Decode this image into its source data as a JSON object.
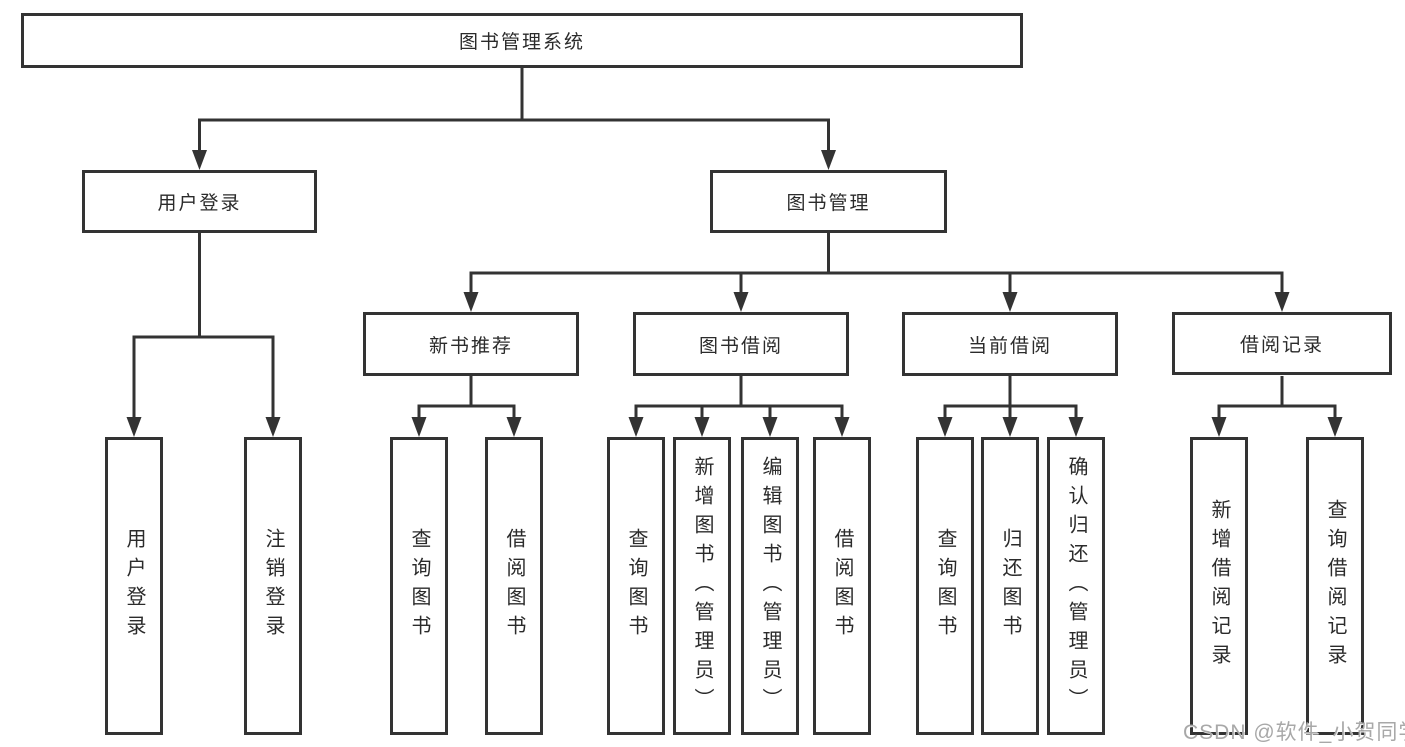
{
  "colors": {
    "background": "#ffffff",
    "line": "#333333",
    "node_border": "#333333",
    "node_text": "#2b2b2b",
    "watermark_text": "#a8a8a8"
  },
  "tree": {
    "root": {
      "label": "图书管理系统"
    },
    "branches": {
      "user_login": {
        "label": "用户登录",
        "children": {
          "login": "用户登录",
          "logout": "注销登录"
        }
      },
      "book_management": {
        "label": "图书管理",
        "sections": {
          "new_book_recommend": {
            "label": "新书推荐",
            "children": {
              "query_book": "查询图书",
              "borrow_book": "借阅图书"
            }
          },
          "book_borrow": {
            "label": "图书借阅",
            "children": {
              "query_book": "查询图书",
              "add_book": "新增图书（管理员）",
              "edit_book": "编辑图书（管理员）",
              "borrow_book": "借阅图书"
            }
          },
          "current_borrow": {
            "label": "当前借阅",
            "children": {
              "query_book": "查询图书",
              "return_book": "归还图书",
              "confirm_return": "确认归还（管理员）"
            }
          },
          "borrow_records": {
            "label": "借阅记录",
            "children": {
              "add_record": "新增借阅记录",
              "query_record": "查询借阅记录"
            }
          }
        }
      }
    }
  },
  "watermark": "CSDN @软件_小贺同学"
}
